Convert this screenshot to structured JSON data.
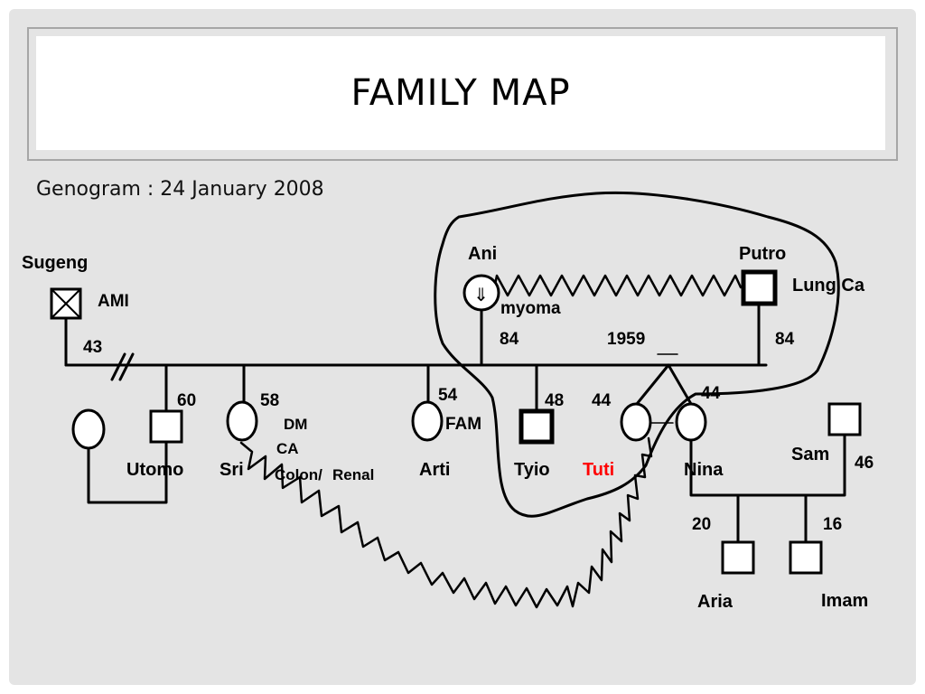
{
  "title": "FAMILY MAP",
  "subtitle": "Genogram : 24 January 2008",
  "colors": {
    "background": "#e4e4e4",
    "highlight": "#ff0000",
    "line": "#000000"
  },
  "people": {
    "sugeng": {
      "name": "Sugeng",
      "note": "AMI",
      "age": "43"
    },
    "ani": {
      "name": "Ani",
      "note": "myoma",
      "age": "84",
      "symbol": "⇓"
    },
    "putro": {
      "name": "Putro",
      "note": "Lung Ca",
      "age": "84"
    },
    "utomo": {
      "name": "Utomo",
      "age": "60"
    },
    "sri": {
      "name": "Sri",
      "age": "58",
      "notes": [
        "DM",
        "CA",
        "Colon/",
        "Renal"
      ]
    },
    "arti": {
      "name": "Arti",
      "age": "54",
      "note": "FAM"
    },
    "tyio": {
      "name": "Tyio",
      "age": "48"
    },
    "tuti": {
      "name": "Tuti",
      "age": "44"
    },
    "nina": {
      "name": "Nina",
      "age": "44"
    },
    "sam": {
      "name": "Sam",
      "age": "46"
    },
    "aria": {
      "name": "Aria",
      "age": "20"
    },
    "imam": {
      "name": "Imam",
      "age": "16"
    }
  },
  "marriage_year": "1959"
}
